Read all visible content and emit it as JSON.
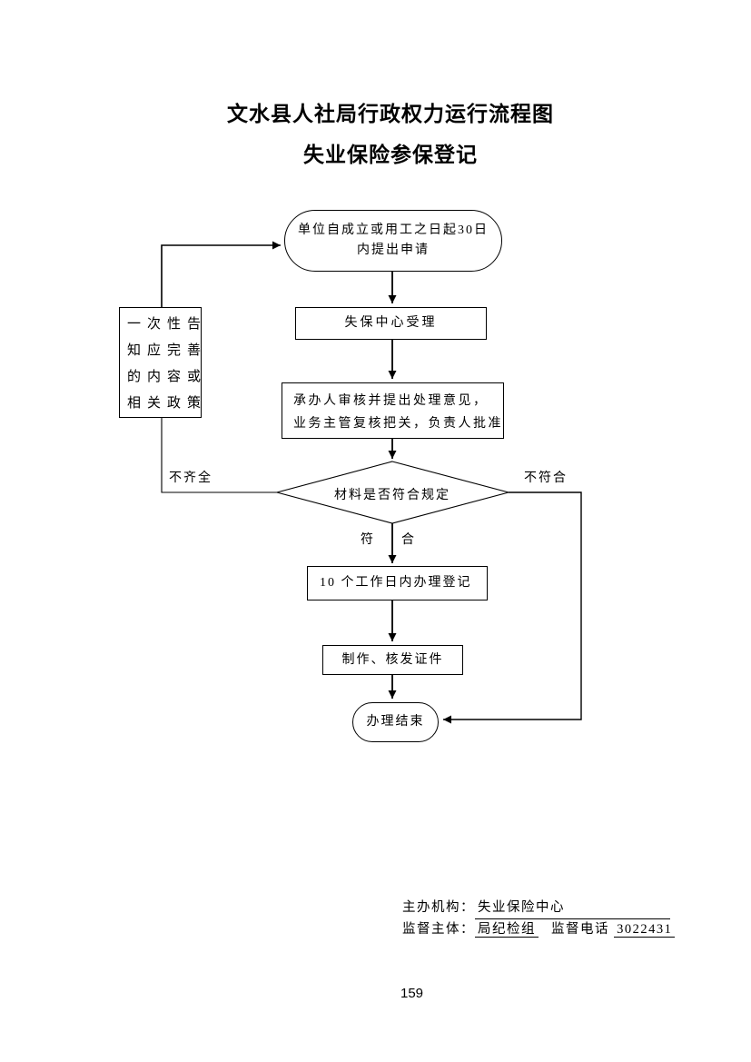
{
  "document": {
    "title_line1": "文水县人社局行政权力运行流程图",
    "title_line2": "失业保险参保登记",
    "page_number": "159"
  },
  "flowchart": {
    "start": {
      "line1": "单位自成立或用工之日起30日",
      "line2": "内提出申请"
    },
    "accept": {
      "label": "失保中心受理"
    },
    "review": {
      "line1": "承办人审核并提出处理意见，",
      "line2": "业务主管复核把关，负责人批准"
    },
    "decision": {
      "label": "材料是否符合规定"
    },
    "notify": {
      "line1": "一次性告",
      "line2": "知应完善",
      "line3": "的内容或",
      "line4": "相关政策"
    },
    "register": {
      "label": "10 个工作日内办理登记"
    },
    "issue": {
      "label": "制作、核发证件"
    },
    "end": {
      "label": "办理结束"
    },
    "branch_labels": {
      "incomplete": "不齐全",
      "not_conform": "不符合",
      "conform_left": "符",
      "conform_right": "合"
    }
  },
  "footer": {
    "organizer_label": "主办机构：",
    "organizer_value": "失业保险中心",
    "supervisor_label": "监督主体：",
    "supervisor_value": "局纪检组",
    "phone_label": "监督电话",
    "phone_number": "3022431"
  },
  "colors": {
    "line": "#000000",
    "background": "#ffffff"
  }
}
